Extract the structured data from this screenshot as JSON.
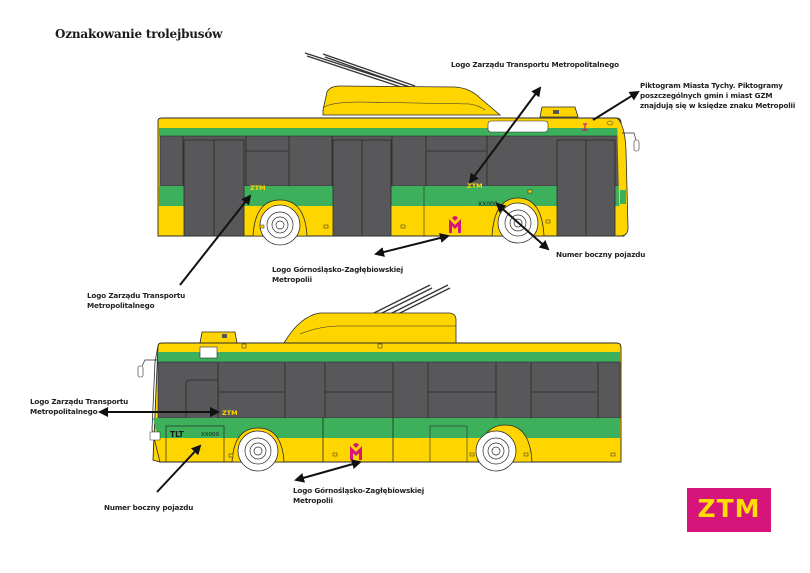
{
  "title": "Oznakowanie trolejbusów",
  "colors": {
    "yellow": "#ffd500",
    "green": "#3cb05a",
    "window": "#58585a",
    "outline": "#2a2a2a",
    "magenta": "#d6147a",
    "arrow": "#111111"
  },
  "bus_top": {
    "fleet_number": "XX000",
    "ztm_small": "ZTM",
    "labels": {
      "ztm_logo_top": "Logo Zarządu Transportu Metropolitalnego",
      "pictogram": "Piktogram Miasta Tychy. Piktogramy poszczególnych gmin i miast GZM znajdują się w księdze znaku Metropolii",
      "side_number": "Numer boczny pojazdu",
      "gzm_logo": "Logo Górnośląsko-Zagłębiowskiej Metropolii",
      "ztm_logo_left": "Logo Zarządu Transportu Metropolitalnego"
    }
  },
  "bus_bottom": {
    "city_code": "TLT",
    "fleet_number": "XX000",
    "ztm_small": "ZTM",
    "labels": {
      "ztm_logo": "Logo Zarządu Transportu Metropolitalnego",
      "side_number": "Numer boczny pojazdu",
      "gzm_logo": "Logo Górnośląsko-Zagłębiowskiej Metropolii"
    }
  },
  "brand_logo": {
    "text": "ZTM",
    "icon": "ztm-logo"
  }
}
